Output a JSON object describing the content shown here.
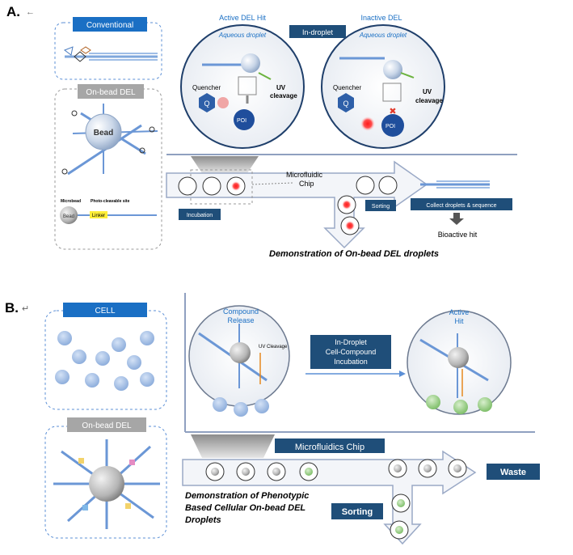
{
  "panel_a": {
    "label": "A.",
    "label_mark": "←",
    "conventional": "Conventional",
    "on_bead_del": "On-bead DEL",
    "bead": "Bead",
    "microbead": "Microbead",
    "bead_small": "Bead",
    "photo_cleavable_site": "Photo-cleavable site",
    "linker": "Linker",
    "active_del_hit": "Active DEL Hit",
    "inactive_del": "Inactive DEL",
    "aqueous_droplet_left": "Aqueous droplet",
    "aqueous_droplet_right": "Aqueous droplet",
    "in_droplet": "In-droplet",
    "quencher_left": "Quencher",
    "quencher_right": "Quencher",
    "q_left": "Q",
    "q_right": "Q",
    "poi_left": "POI",
    "poi_right": "POI",
    "uv_cleavage_left_1": "UV",
    "uv_cleavage_left_2": "cleavage",
    "uv_cleavage_right_1": "UV",
    "uv_cleavage_right_2": "cleavage",
    "microfluidic_1": "Microfluidic",
    "microfluidic_2": "Chip",
    "incubation": "Incubation",
    "sorting": "Sorting",
    "collect": "Collect droplets & sequence",
    "bioactive_hit": "Bioactive hit",
    "caption": "Demonstration of On-bead DEL droplets"
  },
  "panel_b": {
    "label": "B.",
    "label_mark": "↵",
    "cell": "CELL",
    "on_bead_del": "On-bead DEL",
    "compound_release_1": "Compound",
    "compound_release_2": "Release",
    "uv_cleavage": "UV Cleavage",
    "incubation_1": "In-Droplet",
    "incubation_2": "Cell-Compound",
    "incubation_3": "Incubation",
    "active_hit_1": "Active",
    "active_hit_2": "Hit",
    "microfluidics_chip": "Microfluidics Chip",
    "waste": "Waste",
    "sorting": "Sorting",
    "caption_1": "Demonstration of Phenotypic",
    "caption_2": "Based Cellular On-bead DEL",
    "caption_3": "Droplets"
  },
  "colors": {
    "dark_blue": "#1f4e79",
    "label_blue": "#1a6fc4",
    "arrow_fill": "#f3f5f9",
    "arrow_stroke": "#9aa9c6",
    "grey_box": "#a6a6a6",
    "cell_blue": "#a9c4ea",
    "bead_grey": "#c8c8c8",
    "red_dot": "#e32b2b",
    "green_cell": "#9ccf8a"
  }
}
